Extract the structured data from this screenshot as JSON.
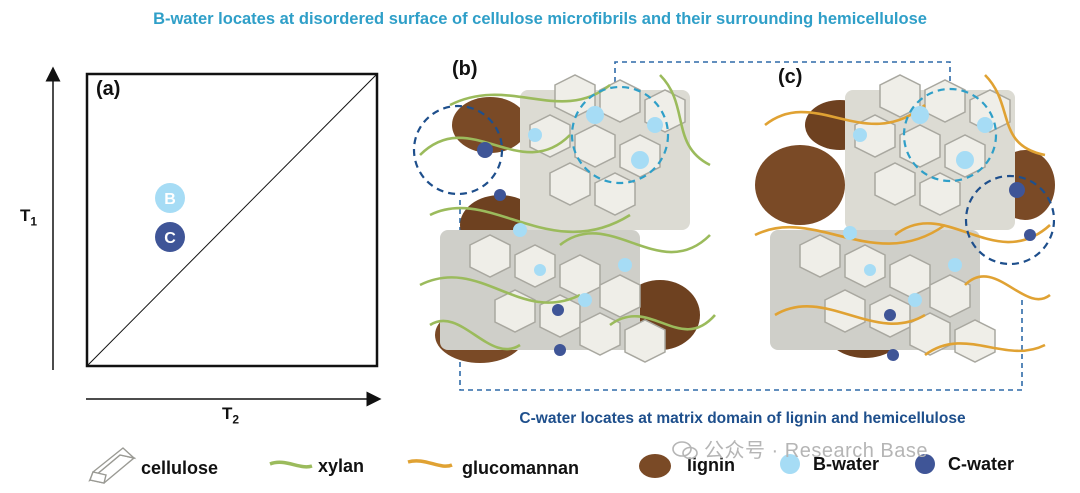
{
  "figure": {
    "top_caption": "B-water locates at disordered surface of cellulose microfibrils and their surrounding hemicellulose",
    "bottom_caption": "C-water locates at matrix domain of lignin and hemicellulose"
  },
  "panel_a": {
    "label": "(a)",
    "y_axis": "T",
    "y_sub": "1",
    "x_axis": "T",
    "x_sub": "2",
    "marker_b": "B",
    "marker_c": "C"
  },
  "panel_b": {
    "label": "(b)"
  },
  "panel_c": {
    "label": "(c)"
  },
  "legend": {
    "cellulose": "cellulose",
    "xylan": "xylan",
    "glucomannan": "glucomannan",
    "lignin": "lignin",
    "b_water": "B-water",
    "c_water": "C-water"
  },
  "watermark": "公众号 · Research Base",
  "colors": {
    "b_water": "#a6dcf5",
    "c_water": "#3f5597",
    "lignin": "#7a4a26",
    "xylan": "#9bbb5c",
    "glucomannan": "#e0a233",
    "cellulose": "#e8e6df",
    "top_caption": "#2f9fc8",
    "bottom_caption": "#1e4f8c",
    "dashed_box": "#2f6aa8"
  }
}
